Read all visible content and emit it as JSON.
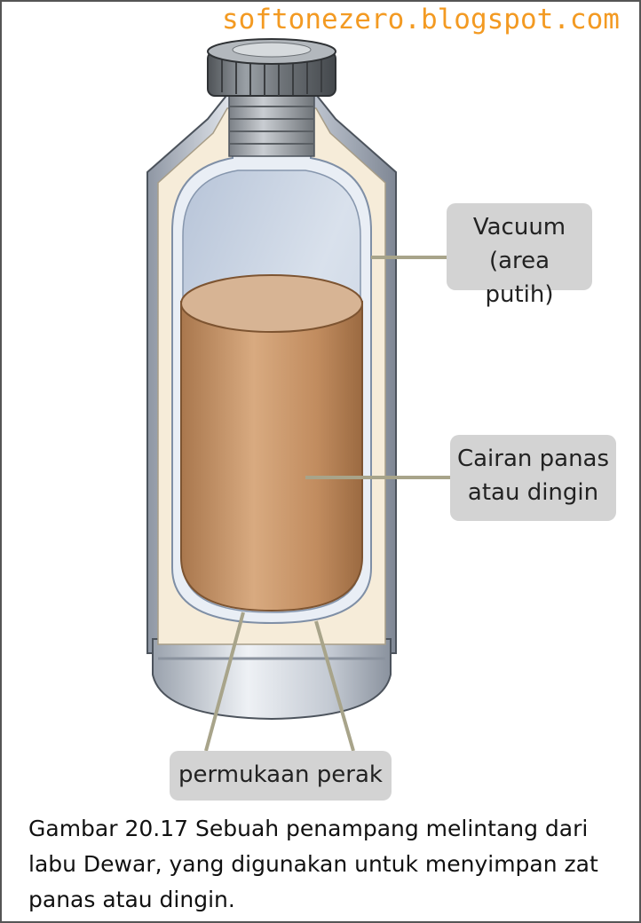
{
  "watermark": "softonezero.blogspot.com",
  "labels": {
    "vacuum_line1": "Vacuum",
    "vacuum_line2": "(area putih)",
    "liquid_line1": "Cairan panas",
    "liquid_line2": "atau dingin",
    "silver": "permukaan perak"
  },
  "caption": "Gambar 20.17 Sebuah penampang melintang dari labu Dewar, yang digunakan untuk menyimpan zat panas atau dingin.",
  "colors": {
    "outer_shell": "#b9c0cb",
    "insulation": "#f6ecd9",
    "flask_glass": "#c8d3e3",
    "liquid": "#c8966a",
    "cap": "#6f7479",
    "accent_red": "#e5543c",
    "leader_line": "#a8a48a",
    "watermark": "#f39a22"
  }
}
